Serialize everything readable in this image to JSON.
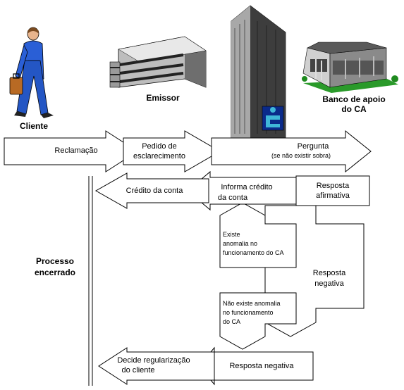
{
  "actors": {
    "cliente": "Cliente",
    "emissor": "Emissor",
    "banco_apoio_line1": "Banco de apoio",
    "banco_apoio_line2": "do CA"
  },
  "flow": {
    "reclamacao": "Reclamação",
    "pedido_line1": "Pedido de",
    "pedido_line2": "esclarecimento",
    "pergunta": "Pergunta",
    "pergunta_note": "(se não existir sobra)"
  },
  "responses": {
    "resposta_afirmativa_line1": "Resposta",
    "resposta_afirmativa_line2": "afirmativa",
    "informa_credito_line1": "Informa crédito",
    "informa_credito_line2": "da conta",
    "credito_conta": "Crédito da conta",
    "resposta_negativa_line1": "Resposta",
    "resposta_negativa_line2": "negativa",
    "existe_anomalia_line1": "Existe",
    "existe_anomalia_line2": "anomalia no",
    "existe_anomalia_line3": "funcionamento do CA",
    "nao_existe_line1": "Não existe anomalia",
    "nao_existe_line2": "no funcionamento",
    "nao_existe_line3": "do CA",
    "resposta_negativa_bottom": "Resposta negativa",
    "decide_line1": "Decide regularização",
    "decide_line2": "do cliente"
  },
  "status": {
    "processo_line1": "Processo",
    "processo_line2": "encerrado"
  }
}
